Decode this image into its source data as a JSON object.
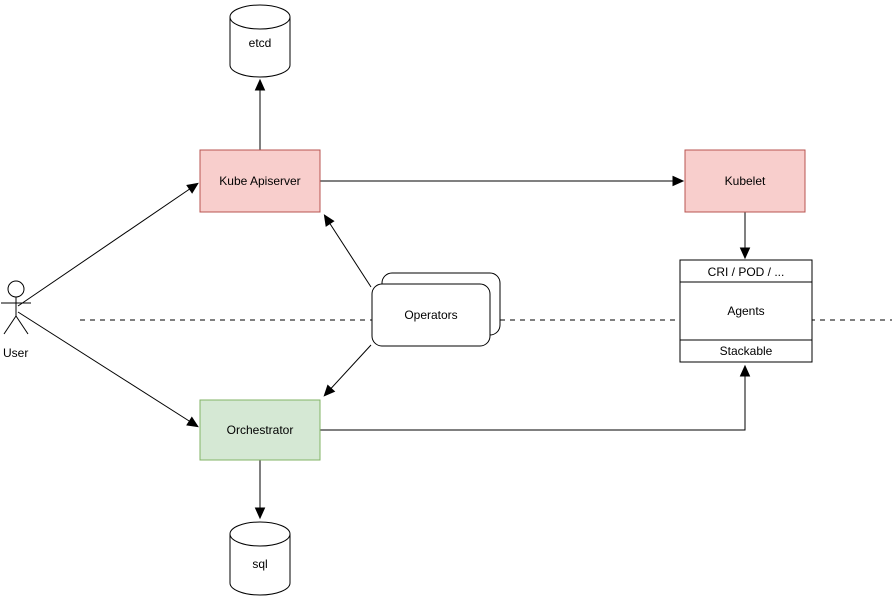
{
  "diagram": {
    "description": "Kubernetes-style architecture diagram",
    "colors": {
      "background": "#FFFFFF",
      "line": "#000000",
      "red_fill": "#F8CECC",
      "red_stroke": "#B85450",
      "green_fill": "#D5E8D4",
      "green_stroke": "#82B366",
      "plain_fill": "#FFFFFF",
      "plain_stroke": "#000000"
    },
    "nodes": {
      "etcd": {
        "label": "etcd",
        "shape": "database-cylinder"
      },
      "kube_apiserver": {
        "label": "Kube Apiserver",
        "shape": "rectangle",
        "color": "red"
      },
      "kubelet": {
        "label": "Kubelet",
        "shape": "rectangle",
        "color": "red"
      },
      "user": {
        "label": "User",
        "shape": "actor"
      },
      "operators": {
        "label": "Operators",
        "shape": "stacked-rounded-rectangles"
      },
      "orchestrator": {
        "label": "Orchestrator",
        "shape": "rectangle",
        "color": "green"
      },
      "sql": {
        "label": "sql",
        "shape": "database-cylinder"
      },
      "agents_stack": {
        "top_label": "CRI / POD / ...",
        "middle_label": "Agents",
        "bottom_label": "Stackable",
        "shape": "partitioned-rectangle"
      }
    },
    "edges": [
      {
        "from": "user",
        "to": "kube_apiserver",
        "style": "arrow"
      },
      {
        "from": "user",
        "to": "orchestrator",
        "style": "arrow"
      },
      {
        "from": "kube_apiserver",
        "to": "etcd",
        "style": "arrow"
      },
      {
        "from": "kube_apiserver",
        "to": "kubelet",
        "style": "arrow"
      },
      {
        "from": "kubelet",
        "to": "agents_stack",
        "style": "arrow"
      },
      {
        "from": "operators",
        "to": "kube_apiserver",
        "style": "arrow"
      },
      {
        "from": "operators",
        "to": "orchestrator",
        "style": "arrow"
      },
      {
        "from": "orchestrator",
        "to": "sql",
        "style": "arrow"
      },
      {
        "from": "orchestrator",
        "to": "agents_stack",
        "style": "arrow-orthogonal"
      }
    ],
    "boundary": {
      "style": "dashed-horizontal-line"
    }
  }
}
